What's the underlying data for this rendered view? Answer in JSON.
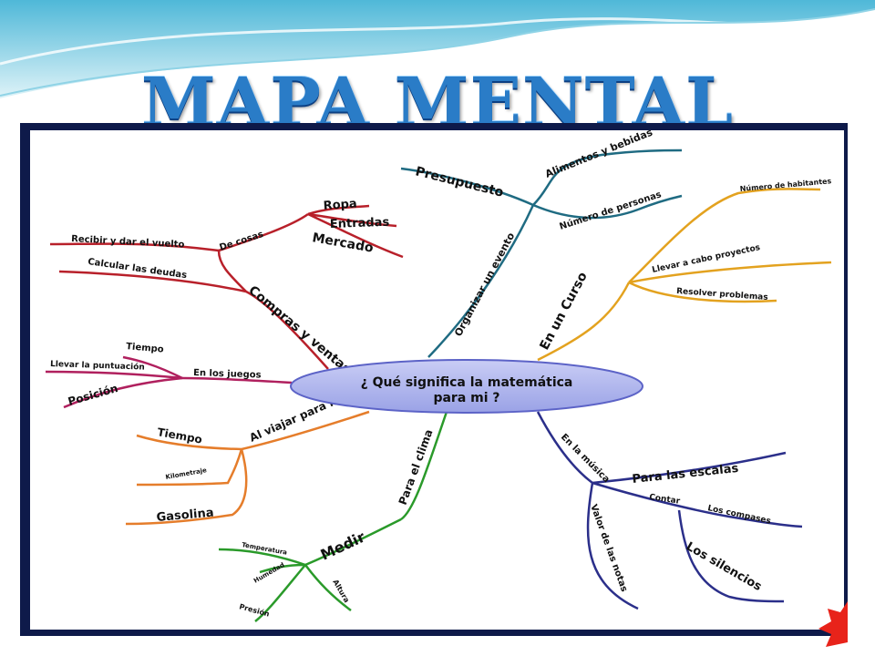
{
  "title": "MAPA MENTAL",
  "center": {
    "line1": "¿ Qué significa la matemática",
    "line2": "para mi ?"
  },
  "branches": {
    "evento": {
      "label": "Organizar un evento",
      "presupuesto": "Presupuesto",
      "alimentos": "Alimentos y bebidas",
      "personas": "Número de personas"
    },
    "curso": {
      "label": "En un Curso",
      "habitantes": "Número de habitantes",
      "proyectos": "Llevar a cabo proyectos",
      "problemas": "Resolver problemas"
    },
    "compras": {
      "label": "Compras y ventas",
      "cosas": "De cosas",
      "ropa": "Ropa",
      "entradas": "Entradas",
      "mercado": "Mercado",
      "vuelto": "Recibir y dar el vuelto",
      "deudas": "Calcular las deudas"
    },
    "juegos": {
      "label": "En los juegos",
      "tiempo": "Tiempo",
      "puntuacion": "Llevar la puntuación",
      "posicion": "Posición"
    },
    "viajar": {
      "label": "Al viajar para medir",
      "tiempo": "Tiempo",
      "kilometraje": "Kilometraje",
      "gasolina": "Gasolina"
    },
    "clima": {
      "label": "Para el clima",
      "medir": "Medir",
      "temperatura": "Temperatura",
      "humedad": "Humedad",
      "presion": "Presión",
      "altura": "Altura"
    },
    "musica": {
      "label": "En la música",
      "escalas": "Para las escalas",
      "contar": "Contar",
      "compases": "Los compases",
      "notas": "Valor de las notas",
      "silencios": "Los silencios"
    }
  }
}
